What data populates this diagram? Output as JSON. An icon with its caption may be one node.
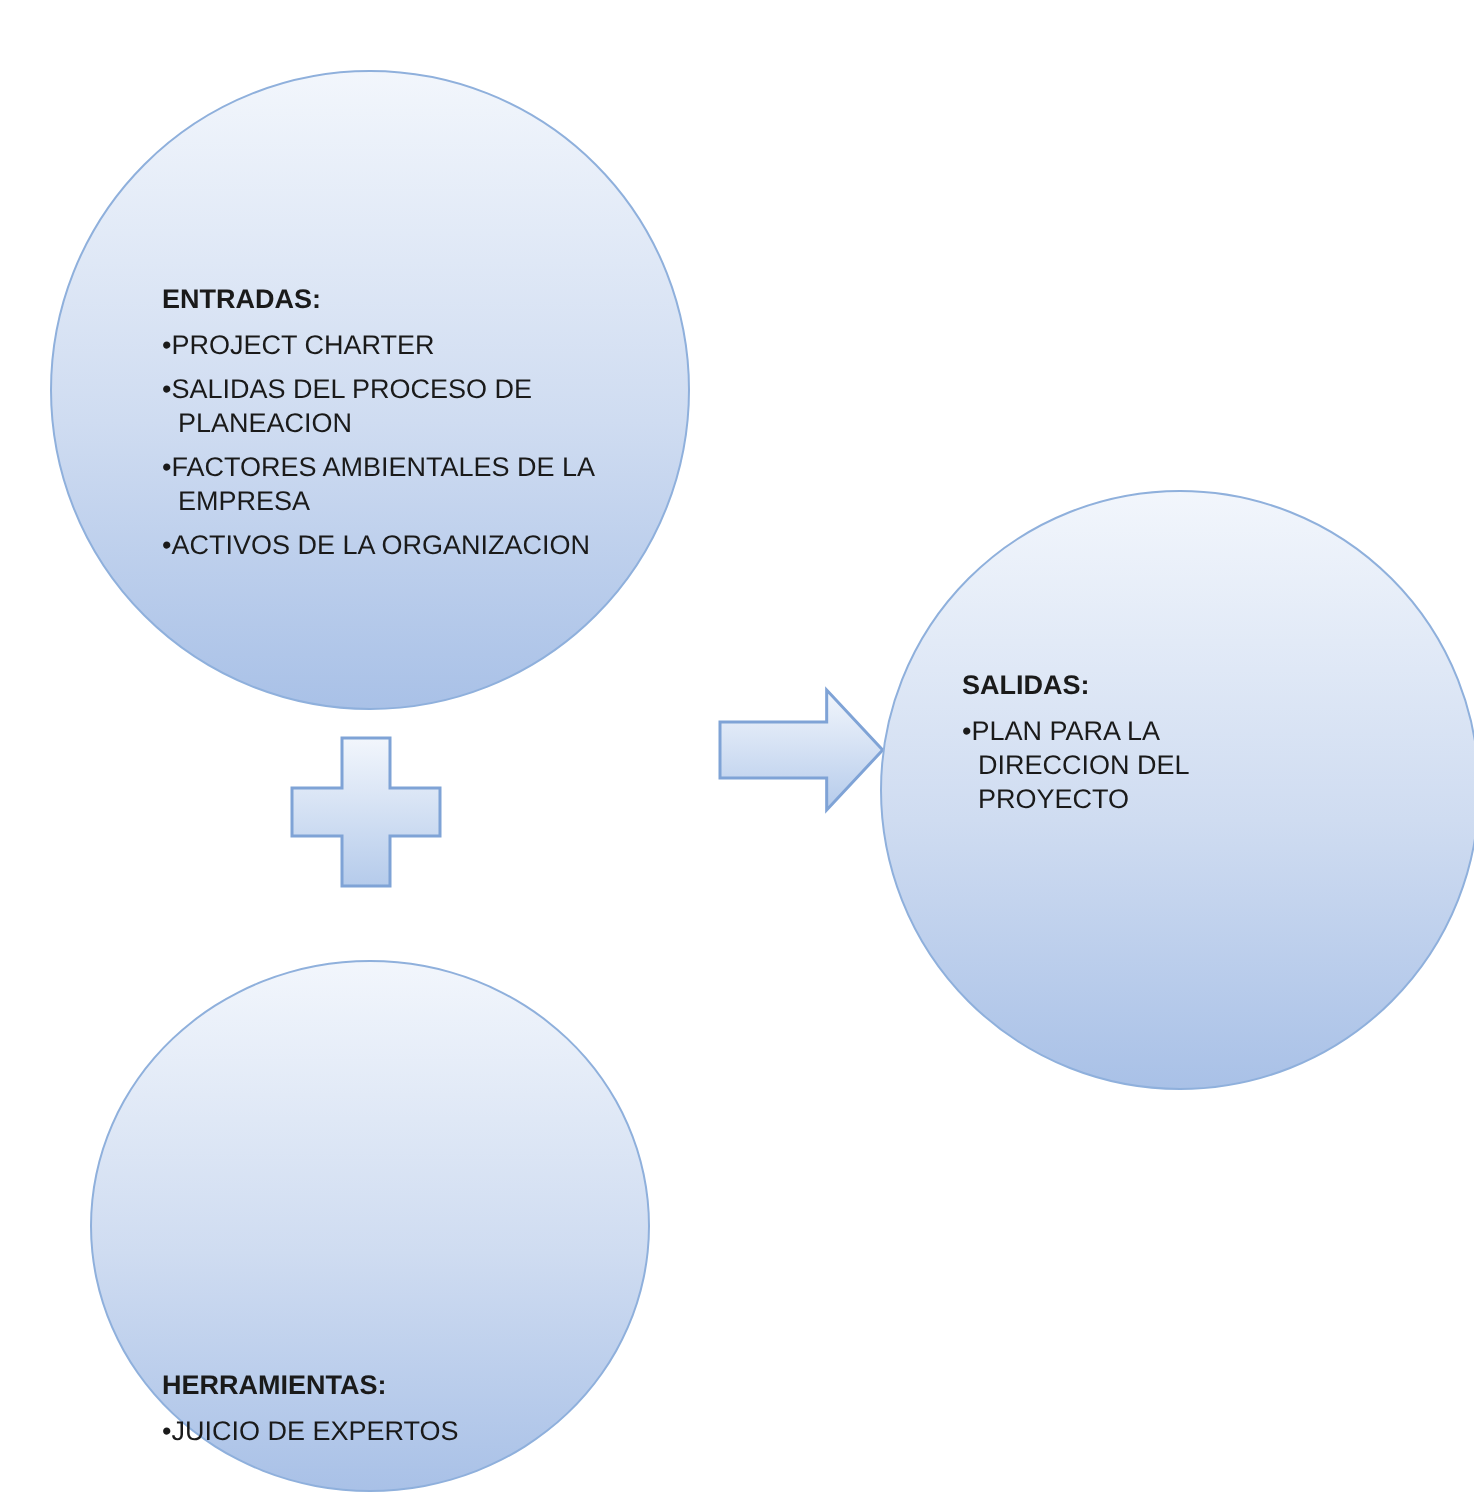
{
  "diagram": {
    "nodes": [
      {
        "text": [
          "ENTRADAS:",
          "•PROJECT CHARTER",
          "•SALIDAS DEL PROCESO DE PLANEACION",
          "•FACTORES AMBIENTALES DE  LA EMPRESA",
          "•ACTIVOS DE LA ORGANIZACION"
        ]
      },
      {
        "text": [],
        "shape": "cross"
      },
      {
        "text": [
          "HERRAMIENTAS:",
          "•JUICIO DE EXPERTOS"
        ]
      },
      {
        "text": [
          "SALIDAS:",
          "•PLAN PARA LA DIRECCION DEL PROYECTO"
        ]
      }
    ],
    "edges": [
      {
        "from": null,
        "to": 3,
        "arrow": "to"
      }
    ]
  }
}
